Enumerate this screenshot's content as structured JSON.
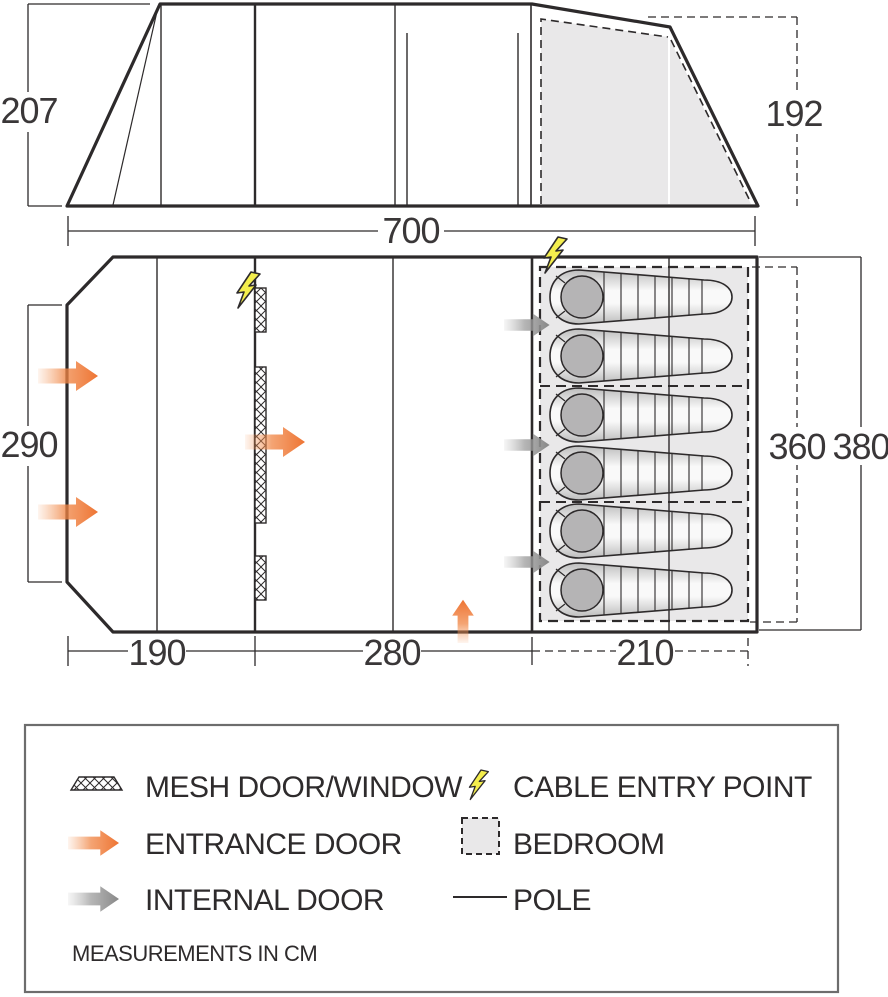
{
  "diagram_title": "tent-floorplan-with-dimensions",
  "colors": {
    "line": "#2d2a2b",
    "dimension_text": "#3a3738",
    "entrance_arrow_orange": "#ee7433",
    "internal_arrow_gray": "#8a8a8a",
    "cable_point_yellow": "#f4ee4d",
    "bedroom_fill": "#e9e8e9",
    "legend_border": "#6d6d6d",
    "sleeping_bag_inner": "#b5b4b5"
  },
  "elevation": {
    "height_left": "207",
    "height_right": "192"
  },
  "floorplan": {
    "width_total": "700",
    "width_front": "290",
    "sections": [
      "190",
      "280",
      "210"
    ],
    "depth_inner": "360",
    "depth_total": "380",
    "sleeping_bag_count": 6
  },
  "legend": {
    "items": [
      {
        "icon": "mesh-swatch",
        "label": "MESH DOOR/WINDOW"
      },
      {
        "icon": "lightning",
        "label": "CABLE ENTRY POINT"
      },
      {
        "icon": "orange-arrow",
        "label": "ENTRANCE DOOR"
      },
      {
        "icon": "bedroom-swatch",
        "label": "BEDROOM"
      },
      {
        "icon": "gray-arrow",
        "label": "INTERNAL DOOR"
      },
      {
        "icon": "pole-line",
        "label": "POLE"
      }
    ],
    "note": "MEASUREMENTS IN CM"
  }
}
